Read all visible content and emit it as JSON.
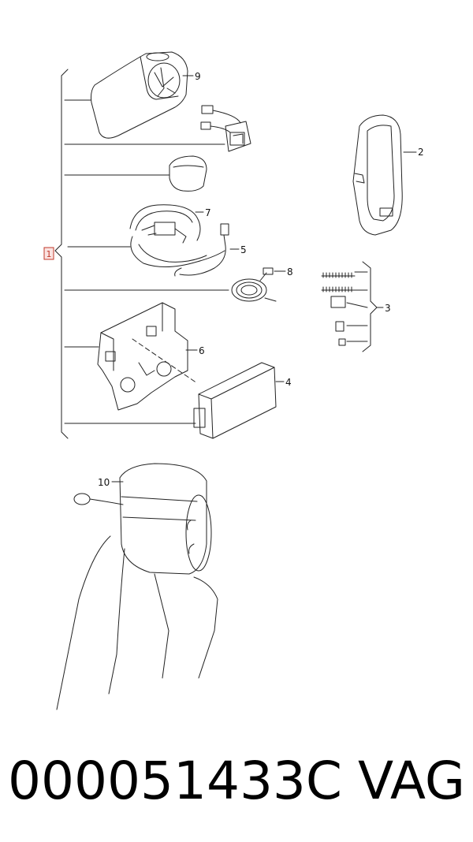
{
  "diagram": {
    "callouts": {
      "group": "1",
      "cradle": "2",
      "fittings": "3",
      "control_unit": "4",
      "adapter_cable": "5",
      "bracket": "6",
      "wiring_harness": "7",
      "antenna_cable": "8",
      "console": "9",
      "microphone": "10"
    },
    "colors": {
      "line": "#222222",
      "group_marker": "#c0392b",
      "group_marker_fill": "#fbe3e1"
    }
  },
  "footer": {
    "part_number": "000051433C",
    "brand": "VAG"
  }
}
